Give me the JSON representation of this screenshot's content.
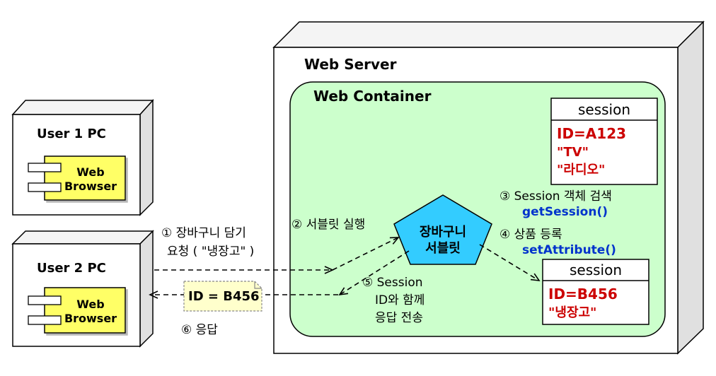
{
  "server": {
    "title": "Web Server"
  },
  "container": {
    "title": "Web Container"
  },
  "pc1": {
    "title": "User 1 PC",
    "browser_line1": "Web",
    "browser_line2": "Browser"
  },
  "pc2": {
    "title": "User 2 PC",
    "browser_line1": "Web",
    "browser_line2": "Browser"
  },
  "servlet": {
    "line1": "장바구니",
    "line2": "서블릿"
  },
  "session1": {
    "header": "session",
    "lines": [
      "ID=A123",
      "\"TV\"",
      "\"라디오\""
    ]
  },
  "session2": {
    "header": "session",
    "lines": [
      "ID=B456",
      "\"냉장고\""
    ]
  },
  "steps": {
    "s1_line1": "① 장바구니 담기",
    "s1_line2": "요청 ( \"냉장고\" )",
    "s2": "② 서블릿 실행",
    "s3_line1": "③ Session 객체 검색",
    "s3_line2": "getSession()",
    "s4_line1": "④ 상품 등록",
    "s4_line2": "setAttribute()",
    "s5_line1": "⑤ Session",
    "s5_line2": "ID와 함께",
    "s5_line3": "응답 전송",
    "s6": "⑥ 응답"
  },
  "note": {
    "text": "ID = B456"
  },
  "colors": {
    "server_face": "#ffffff",
    "server_side": "#e6e6e6",
    "container_fill": "#ccffcc",
    "servlet_fill": "#33ccff",
    "browser_fill": "#ffff66",
    "note_fill": "#ffffcc",
    "session_text": "#cc0000",
    "method_text": "#0033cc"
  }
}
